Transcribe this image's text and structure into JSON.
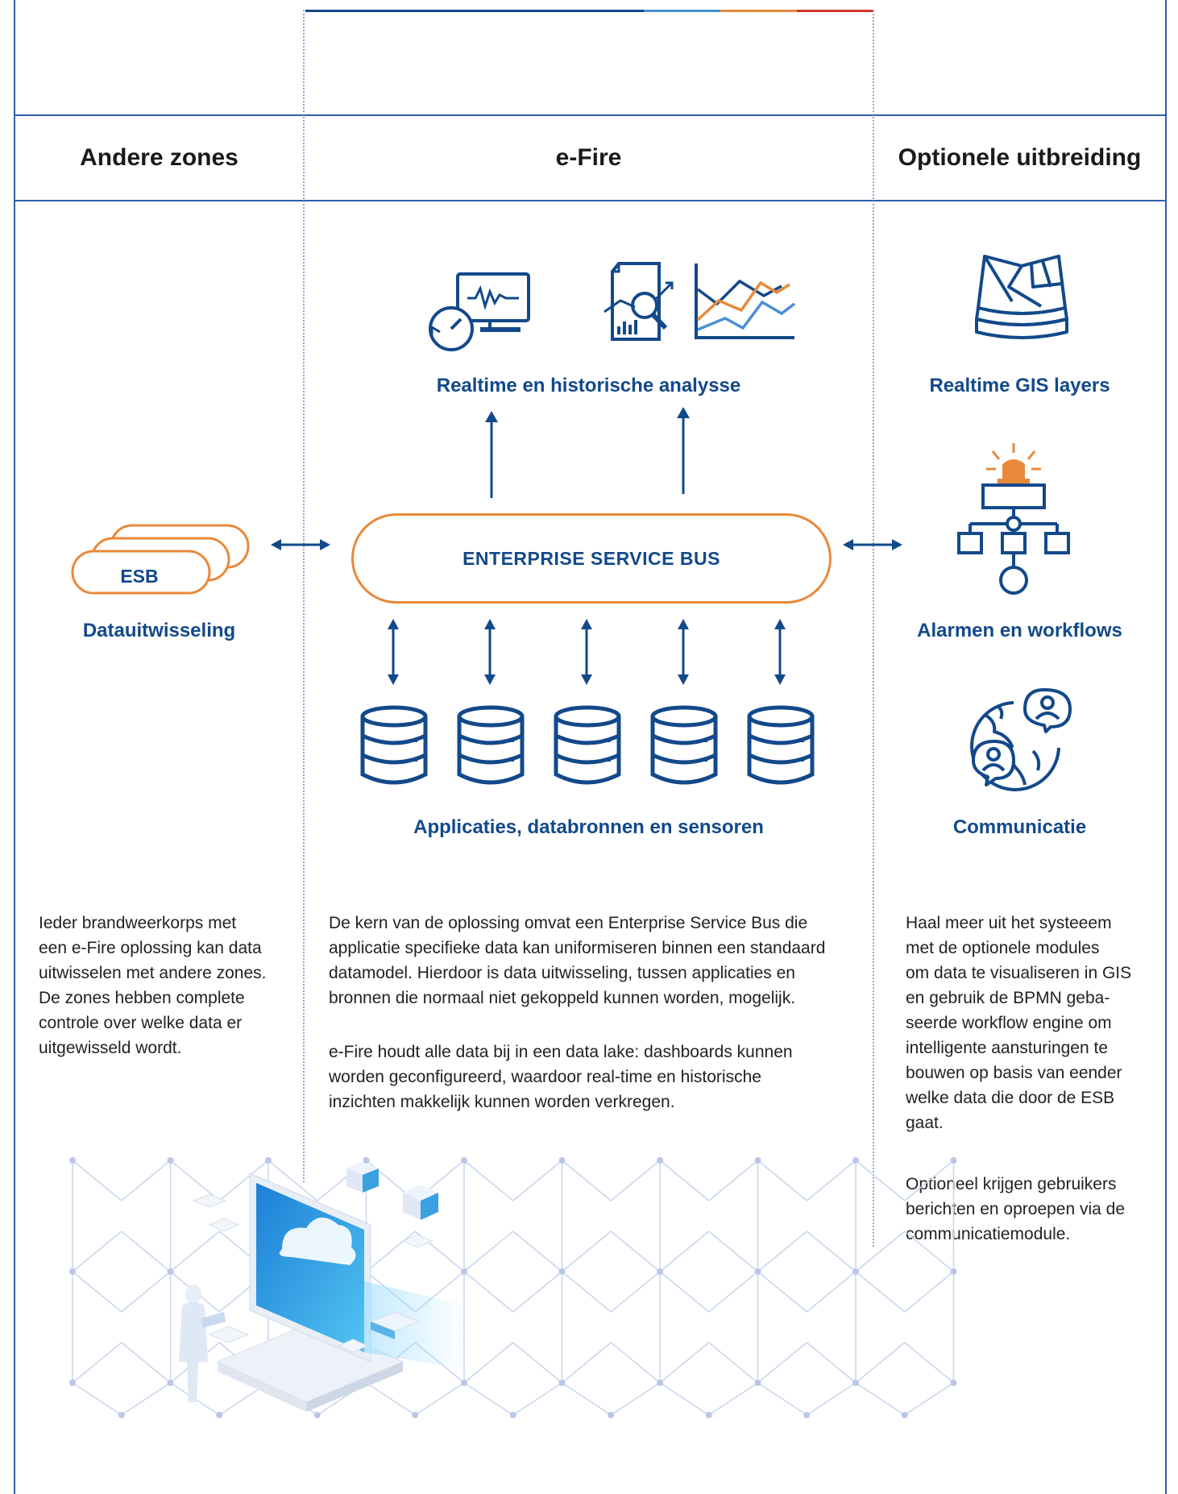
{
  "columns": {
    "left": {
      "title": "Andere zones"
    },
    "center": {
      "title": "e-Fire"
    },
    "right": {
      "title": "Optionele uitbreiding"
    }
  },
  "center_diagram": {
    "analysis_label": "Realtime en historische analysse",
    "bus_label": "ENTERPRISE SERVICE BUS",
    "sources_label": "Applicaties, databronnen en sensoren",
    "database_count": 5
  },
  "left_diagram": {
    "esb_badge": "ESB",
    "label": "Datauitwisseling"
  },
  "right_diagram": {
    "gis_label": "Realtime GIS layers",
    "alarms_label": "Alarmen en workflows",
    "communication_label": "Communicatie"
  },
  "texts": {
    "left": "Ieder brandweerkorps met\neen e-Fire oplossing kan data\nuitwisselen met andere zones.\nDe zones hebben complete\ncontrole over welke data er\nuitgewisseld wordt.",
    "center_p1": "De kern van de oplossing omvat een Enterprise Service Bus die\napplicatie specifieke data kan uniformiseren binnen een standaard\ndatamodel. Hierdoor is data uitwisseling, tussen applicaties en\nbronnen die normaal niet gekoppeld kunnen worden, mogelijk.",
    "center_p2": "e-Fire houdt alle data bij in een data lake: dashboards kunnen\nworden geconfigureerd, waardoor real-time en historische\ninzichten makkelijk kunnen worden verkregen.",
    "right_p1": "Haal meer uit het systeeem\nmet de optionele modules\nom data te visualiseren in GIS\nen gebruik de BPMN geba-\nseerde workflow engine om\nintelligente aansturingen te\nbouwen op basis van eender\nwelke data die door de ESB\ngaat.",
    "right_p2": "Optioneel krijgen gebruikers\nberichten en oproepen via de\ncommunicatiemodule."
  },
  "colors": {
    "primary_blue": "#12498a",
    "frame_blue": "#2e5ea8",
    "accent_orange": "#e8893a",
    "accent_red": "#d9352b",
    "light_blue": "#4a8fd4"
  }
}
